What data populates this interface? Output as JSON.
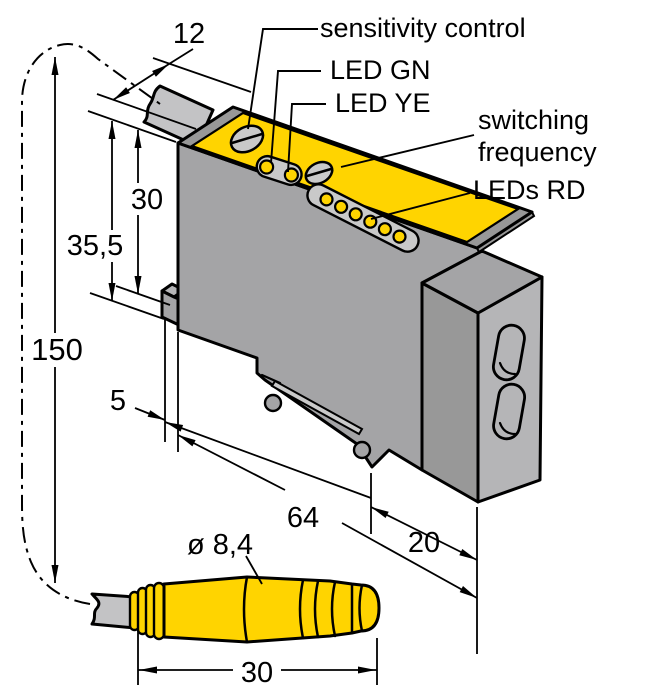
{
  "drawing": {
    "kind": "sensor dimensional drawing",
    "callouts": {
      "sensitivity_control": "sensitivity control",
      "led_gn": "LED GN",
      "led_ye": "LED YE",
      "switching_line1": "switching",
      "switching_line2": "frequency",
      "leds_rd": "LEDs RD"
    },
    "dimensions": {
      "top_width": "12",
      "body_height": "30",
      "total_height": "35,5",
      "min_bend_radius": "150",
      "foot_width": "5",
      "body_length": "64",
      "head_length": "20",
      "cable_diameter": "ø 8,4",
      "connector_length": "30"
    },
    "colors": {
      "housing_yellow": "#ffd400",
      "body_gray": "#a4a4a6",
      "body_gray_dark": "#989898",
      "body_gray_light": "#b5b5b7",
      "recess_gray": "#c9c9c9",
      "cable_gray": "#c3c3c5",
      "line_black": "#000000"
    }
  }
}
